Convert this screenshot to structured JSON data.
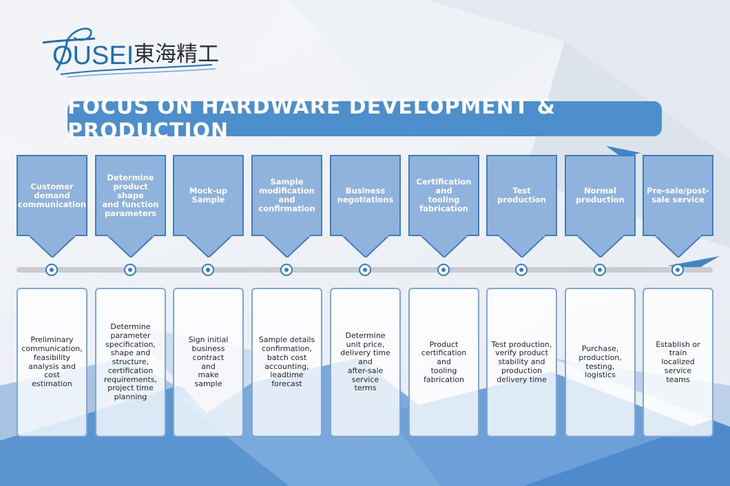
{
  "logo": {
    "brand": "OUSEI",
    "chinese": "東海精工"
  },
  "banner": {
    "title": "FOCUS ON HARDWARE DEVELOPMENT & PRODUCTION"
  },
  "steps": [
    {
      "title": "Customer\ndemand\ncommunication",
      "detail": "Preliminary\ncommunication,\nfeasibility\nanalysis and\ncost\nestimation"
    },
    {
      "title": "Determine\nproduct\nshape\nand function\nparameters",
      "detail": "Determine\nparameter\nspecification,\nshape and\nstructure,\ncertification\nrequirements,\nproject time\nplanning"
    },
    {
      "title": "Mock-up\nSample",
      "detail": "Sign initial\nbusiness\ncontract\nand\nmake\nsample"
    },
    {
      "title": "Sample\nmodification\nand\nconfirmation",
      "detail": "Sample details\nconfirmation,\nbatch cost\naccounting,\nleadtime\nforecast"
    },
    {
      "title": "Business\nnegotiations",
      "detail": "Determine\nunit price,\ndelivery time\nand\nafter-sale\nservice\nterms"
    },
    {
      "title": "Certification\nand\ntooling\nfabrication",
      "detail": "Product\ncertification\nand\ntooling\nfabrication"
    },
    {
      "title": "Test\nproduction",
      "detail": "Test production,\nverify product\nstability and\nproduction\ndelivery time"
    },
    {
      "title": "Normal\nproduction",
      "detail": "Purchase,\nproduction,\ntesting,\nlogistics"
    },
    {
      "title": "Pre-sale/post-\nsale service",
      "detail": "Establish or\ntrain\nlocalized\nservice\nteams"
    }
  ],
  "colors": {
    "accent": "#4d8fcd",
    "step_fill": "#8fb3dd",
    "step_border": "#3f7cc0",
    "timeline": "#c9ccd1"
  }
}
